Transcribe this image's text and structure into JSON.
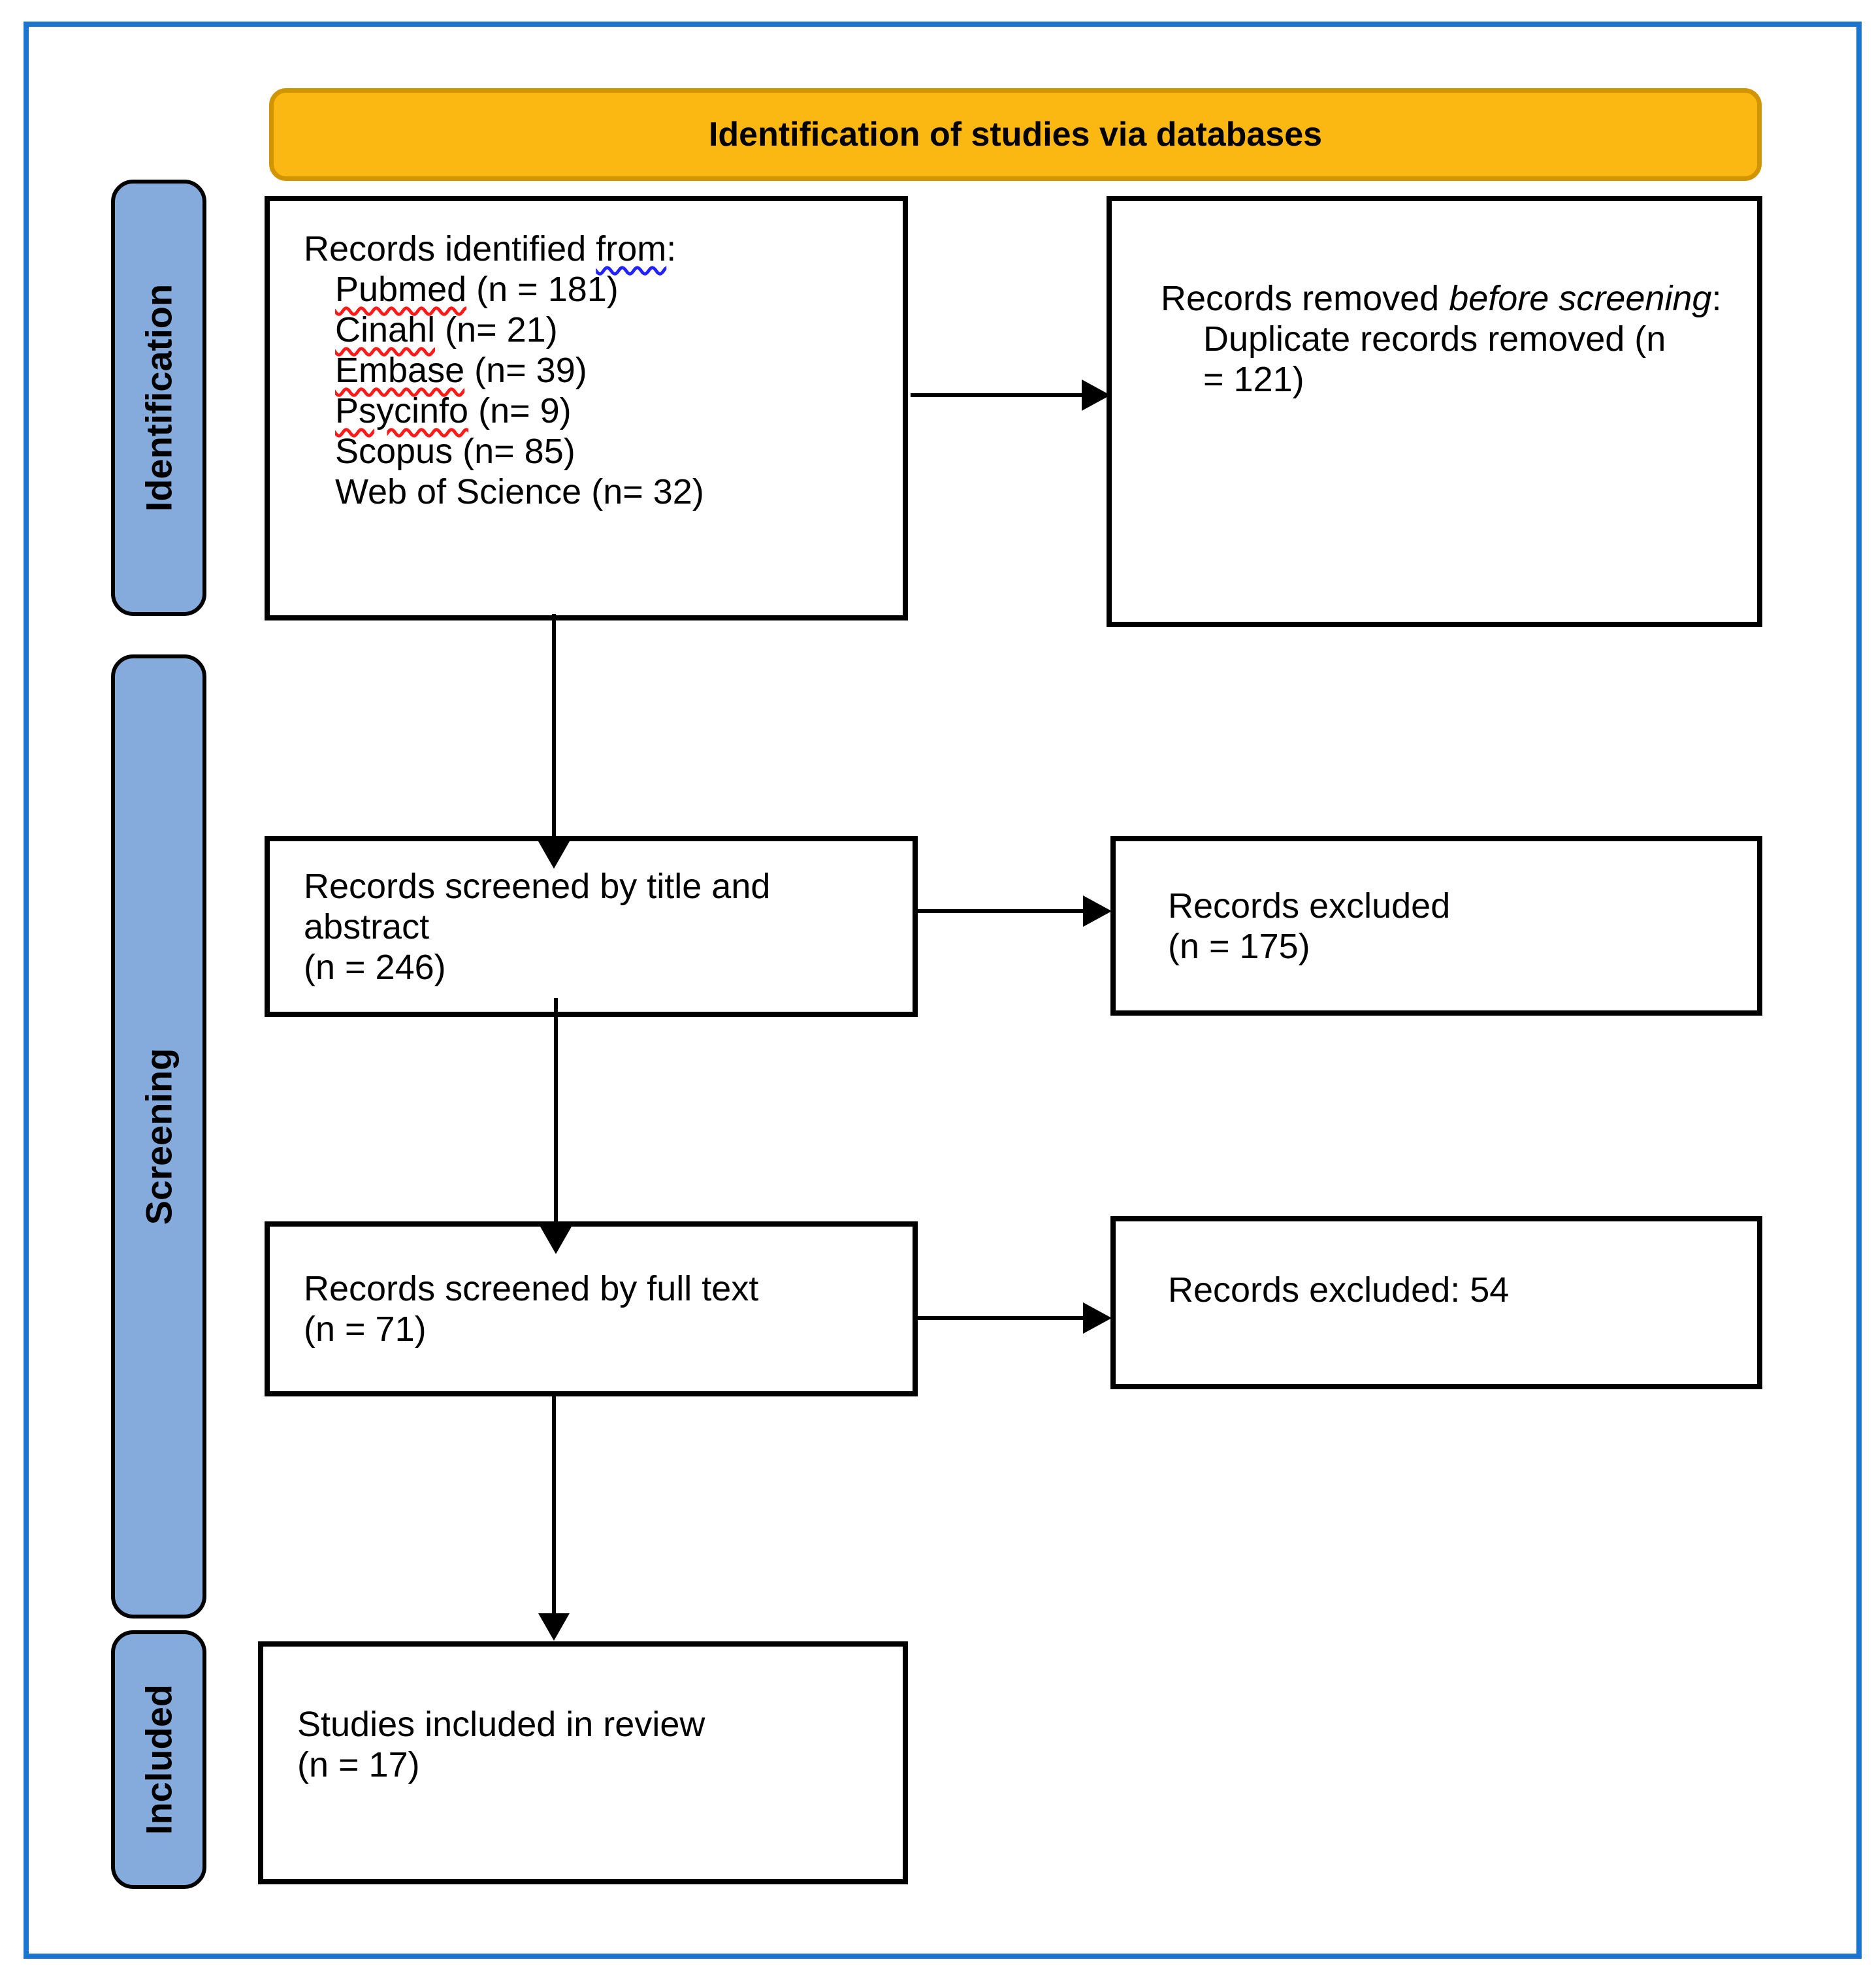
{
  "header": {
    "title": "Identification of studies via databases"
  },
  "stages": [
    {
      "label": "Identification"
    },
    {
      "label": "Screening"
    },
    {
      "label": "Included"
    }
  ],
  "boxes": {
    "identified": {
      "intro_prefix": "Records identified ",
      "intro_misspelled": "from",
      "intro_suffix": ":",
      "sources": [
        {
          "name": "Pubmed",
          "count": " (n = 181)",
          "flagged": true
        },
        {
          "name": "Cinahl",
          "count": " (n= 21)",
          "flagged": true
        },
        {
          "name": "Embase",
          "count": " (n= 39)",
          "flagged": true
        },
        {
          "name": "Psycinfo",
          "count": " (n= 9)",
          "flagged": true
        },
        {
          "name": "Scopus",
          "count": " (n= 85)",
          "flagged": false
        },
        {
          "name": "Web of Science",
          "count": " (n= 32)",
          "flagged": false
        }
      ]
    },
    "removed": {
      "prefix": "Records removed ",
      "emphasis": "before screening",
      "suffix": ":",
      "detail_line1": "Duplicate records removed (n",
      "detail_line2": "= 121)"
    },
    "screened_title_abstract": {
      "line1": "Records screened by title and",
      "line2": "abstract",
      "line3": "(n = 246)"
    },
    "excluded_title_abstract": {
      "line1": "Records excluded",
      "line2": "(n = 175)"
    },
    "screened_full_text": {
      "line1": "Records screened by full text",
      "line2": "(n = 71)"
    },
    "excluded_full_text": {
      "line1": "Records excluded: 54"
    },
    "included": {
      "line1": "Studies included in review",
      "line2": "(n = 17)"
    }
  },
  "colors": {
    "banner_fill": "#FBB812",
    "banner_border": "#D09500",
    "stage_fill": "#85ABDC",
    "frame_border": "#1B74CF",
    "spellcheck_red": "#FF1A1A",
    "spellcheck_blue": "#2222FF"
  }
}
